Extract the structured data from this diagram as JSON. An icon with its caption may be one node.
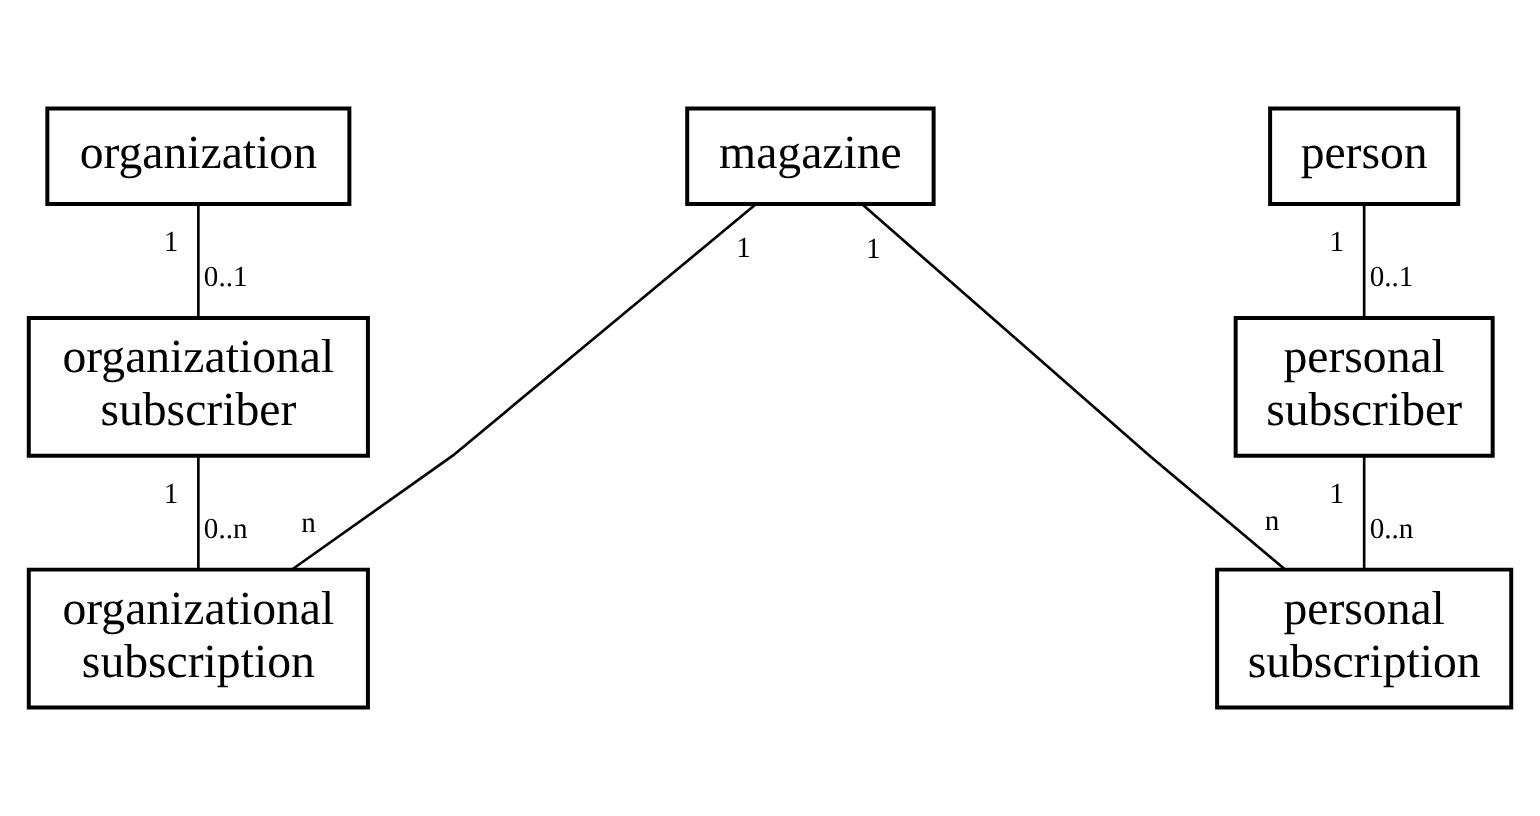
{
  "diagram": {
    "nodes": [
      {
        "text": [
          "organization"
        ]
      },
      {
        "text": [
          "magazine"
        ]
      },
      {
        "text": [
          "person"
        ]
      },
      {
        "text": [
          "organizational subscriber"
        ]
      },
      {
        "text": [
          "personal subscriber"
        ]
      },
      {
        "text": [
          "organizational subscription"
        ]
      },
      {
        "text": [
          "personal subscription"
        ]
      }
    ],
    "edges": [
      {
        "from": 0,
        "to": 3,
        "arrow": "none"
      },
      {
        "from": 3,
        "to": 5,
        "arrow": "none"
      },
      {
        "from": 1,
        "to": 5,
        "arrow": "none"
      },
      {
        "from": 1,
        "to": 6,
        "arrow": "none"
      },
      {
        "from": 2,
        "to": 4,
        "arrow": "none"
      },
      {
        "from": 4,
        "to": 6,
        "arrow": "none"
      }
    ],
    "labels": [
      "1",
      "1",
      "1",
      "1",
      "0..1",
      "0..1",
      "1",
      "1",
      "0..n",
      "0..n",
      "n",
      "n"
    ]
  }
}
